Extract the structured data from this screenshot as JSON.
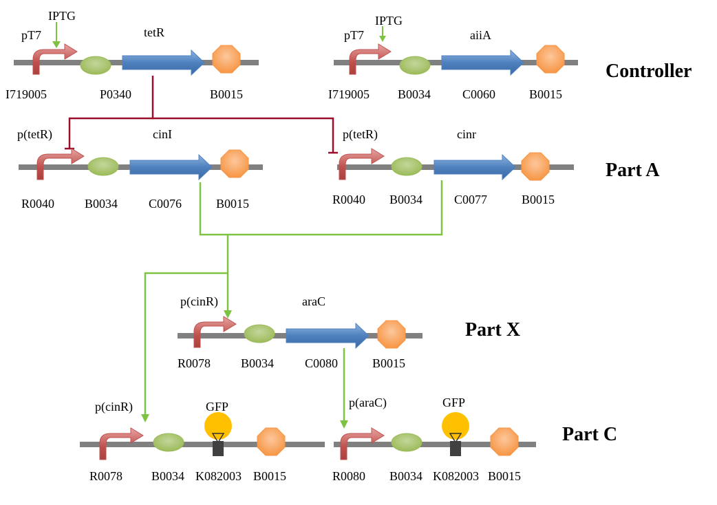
{
  "colors": {
    "backbone": "#808080",
    "promoter": "#c0504d",
    "rbs": "#9bbb59",
    "cds": "#4f81bd",
    "terminator": "#f79646",
    "activation": "#7dc242",
    "repression": "#9b0e2a",
    "gfp": "#ffc000"
  },
  "sections": {
    "controller": "Controller",
    "part_a": "Part A",
    "part_x": "Part X",
    "part_c": "Part C"
  },
  "inducer": "IPTG",
  "constructs": [
    {
      "id": "ctrl1",
      "promoter_name": "pT7",
      "gene_name": "tetR",
      "parts": {
        "promoter": "I719005",
        "rbs": "P0340",
        "cds": "",
        "terminator": "B0015"
      }
    },
    {
      "id": "ctrl2",
      "promoter_name": "pT7",
      "gene_name": "aiiA",
      "parts": {
        "promoter": "I719005",
        "rbs": "B0034",
        "cds": "C0060",
        "terminator": "B0015"
      }
    },
    {
      "id": "a1",
      "promoter_name": "p(tetR)",
      "gene_name": "cinI",
      "parts": {
        "promoter": "R0040",
        "rbs": "B0034",
        "cds": "C0076",
        "terminator": "B0015"
      }
    },
    {
      "id": "a2",
      "promoter_name": "p(tetR)",
      "gene_name": "cinr",
      "parts": {
        "promoter": "R0040",
        "rbs": "B0034",
        "cds": "C0077",
        "terminator": "B0015"
      }
    },
    {
      "id": "x1",
      "promoter_name": "p(cinR)",
      "gene_name": "araC",
      "parts": {
        "promoter": "R0078",
        "rbs": "B0034",
        "cds": "C0080",
        "terminator": "B0015"
      }
    },
    {
      "id": "c1",
      "promoter_name": "p(cinR)",
      "gene_name": "GFP",
      "parts": {
        "promoter": "R0078",
        "rbs": "B0034",
        "reporter": "K082003",
        "terminator": "B0015"
      }
    },
    {
      "id": "c2",
      "promoter_name": "p(araC)",
      "gene_name": "GFP",
      "parts": {
        "promoter": "R0080",
        "rbs": "B0034",
        "reporter": "K082003",
        "terminator": "B0015"
      }
    }
  ]
}
